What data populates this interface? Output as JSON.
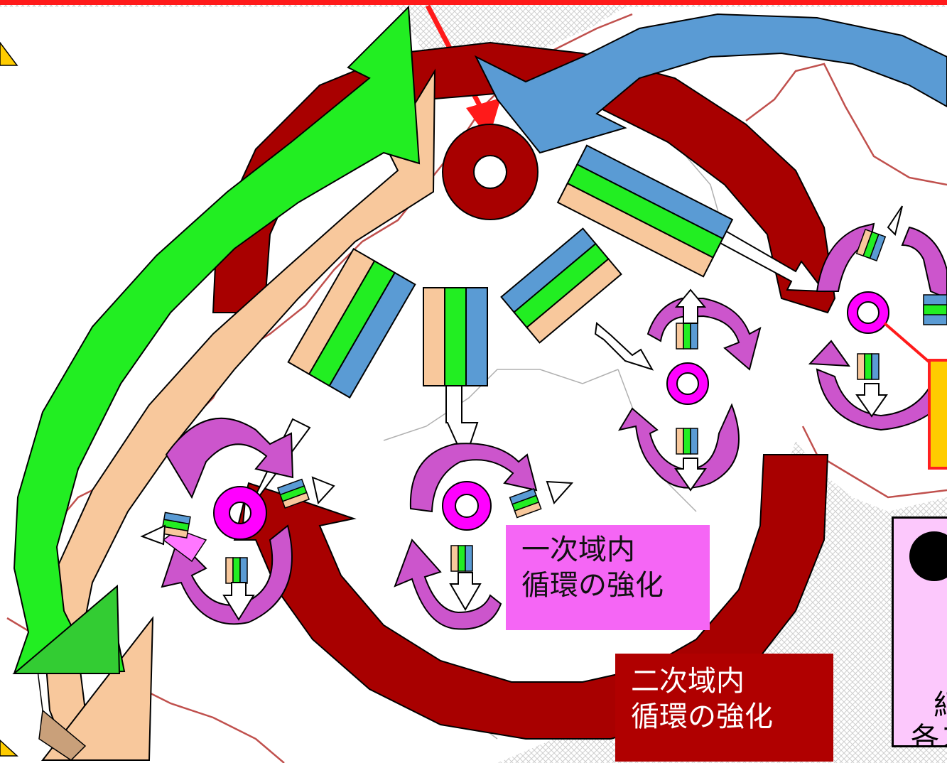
{
  "labels": {
    "primary": {
      "line1": "一次域内",
      "line2": "循環の強化"
    },
    "secondary": {
      "line1": "二次域内",
      "line2": "循環の強化"
    }
  },
  "legend_fragment": {
    "line1": "紀",
    "line2": "各ス"
  },
  "colors": {
    "dark_red": "#a80000",
    "red": "#ff1a1a",
    "green": "#22ee22",
    "peach": "#f8c89c",
    "blue": "#5a9bd4",
    "magenta": "#ff00ff",
    "violet": "#cc55cc",
    "pink_label": "#f566f5",
    "legend_bg": "#fcc8fc",
    "yellow": "#ffcc00"
  }
}
